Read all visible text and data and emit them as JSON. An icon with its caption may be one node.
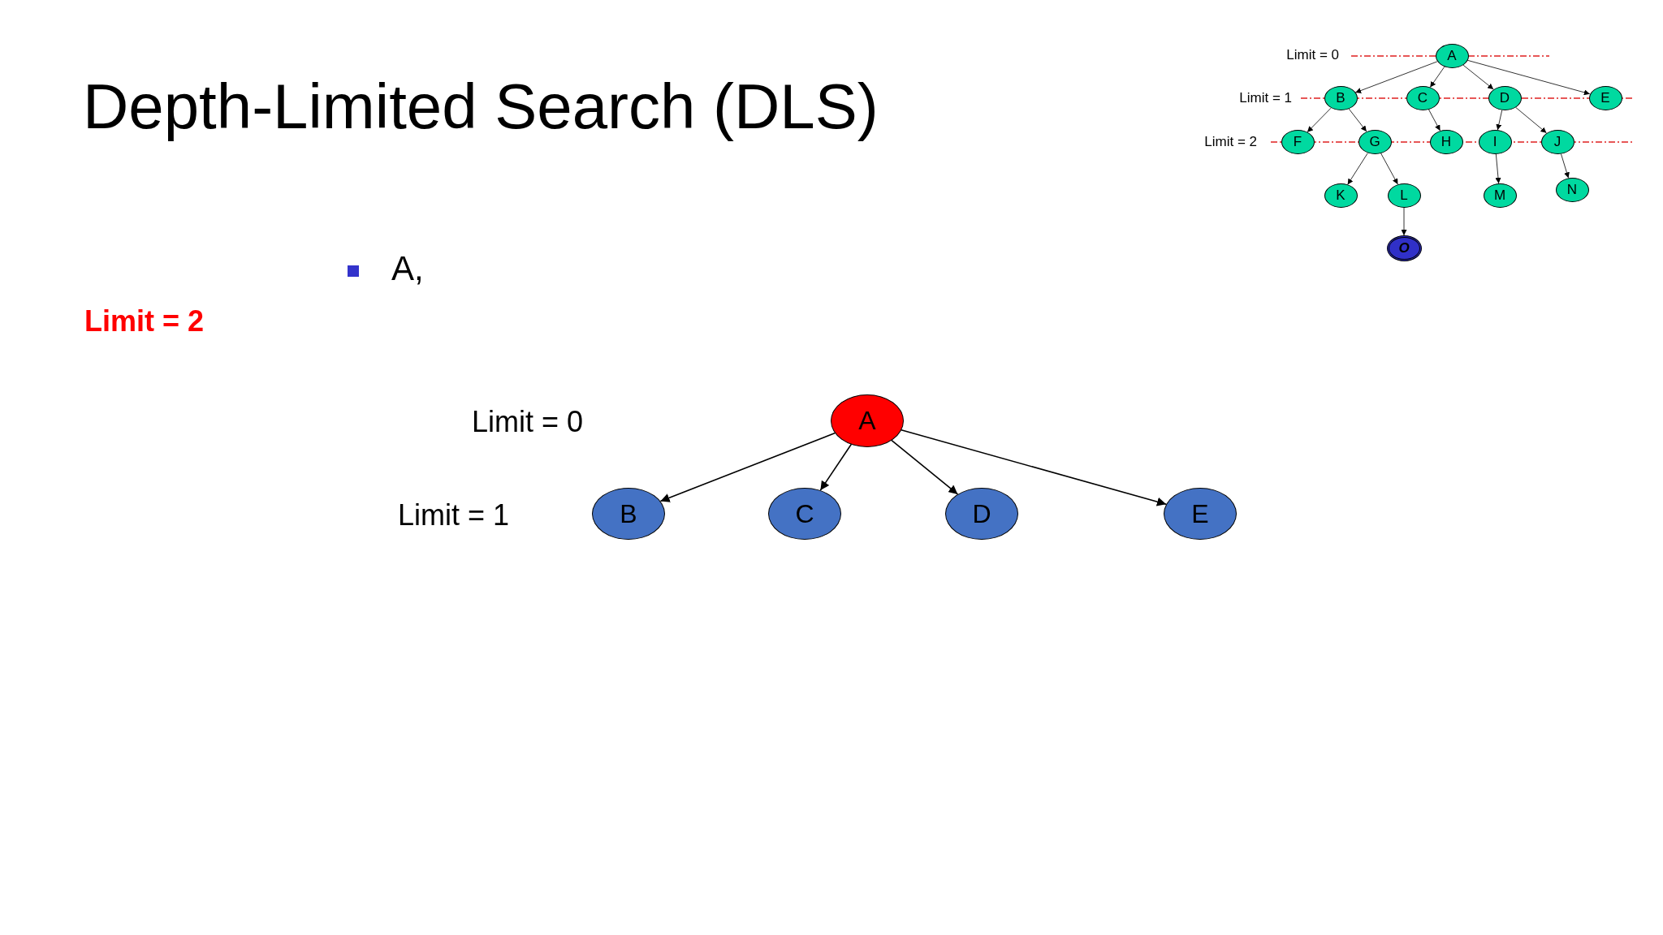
{
  "diagram": {
    "title": "Depth-Limited Search (DLS)",
    "nodes": [
      {
        "text": [
          "A"
        ]
      },
      {
        "text": [
          "B"
        ]
      },
      {
        "text": [
          "C"
        ]
      },
      {
        "text": [
          "D"
        ]
      },
      {
        "text": [
          "E"
        ]
      },
      {
        "text": [
          "F"
        ]
      },
      {
        "text": [
          "G"
        ]
      },
      {
        "text": [
          "H"
        ]
      },
      {
        "text": [
          "I"
        ]
      },
      {
        "text": [
          "J"
        ]
      },
      {
        "text": [
          "K"
        ]
      },
      {
        "text": [
          "L"
        ]
      },
      {
        "text": [
          "M"
        ]
      },
      {
        "text": [
          "N"
        ]
      },
      {
        "text": [
          "O"
        ]
      },
      {
        "text": [
          "A"
        ]
      },
      {
        "text": [
          "B"
        ]
      },
      {
        "text": [
          "C"
        ]
      },
      {
        "text": [
          "D"
        ]
      },
      {
        "text": [
          "E"
        ]
      }
    ],
    "edges": [
      {
        "from": 0,
        "to": 1,
        "arrow": "to"
      },
      {
        "from": 0,
        "to": 2,
        "arrow": "to"
      },
      {
        "from": 0,
        "to": 3,
        "arrow": "to"
      },
      {
        "from": 0,
        "to": 4,
        "arrow": "to"
      },
      {
        "from": 1,
        "to": 5,
        "arrow": "to"
      },
      {
        "from": 1,
        "to": 6,
        "arrow": "to"
      },
      {
        "from": 2,
        "to": 7,
        "arrow": "to"
      },
      {
        "from": 3,
        "to": 8,
        "arrow": "to"
      },
      {
        "from": 3,
        "to": 9,
        "arrow": "to"
      },
      {
        "from": 6,
        "to": 10,
        "arrow": "to"
      },
      {
        "from": 6,
        "to": 11,
        "arrow": "to"
      },
      {
        "from": 8,
        "to": 12,
        "arrow": "to"
      },
      {
        "from": 9,
        "to": 13,
        "arrow": "to"
      },
      {
        "from": 11,
        "to": 14,
        "arrow": "to"
      },
      {
        "from": 15,
        "to": 16,
        "arrow": "to"
      },
      {
        "from": 15,
        "to": 17,
        "arrow": "to"
      },
      {
        "from": 15,
        "to": 18,
        "arrow": "to"
      },
      {
        "from": 15,
        "to": 19,
        "arrow": "to"
      }
    ],
    "labels": [
      "Limit = 0",
      "Limit = 1",
      "Limit = 2",
      "A,",
      "Limit = 2",
      "Limit = 0",
      "Limit = 1"
    ]
  }
}
